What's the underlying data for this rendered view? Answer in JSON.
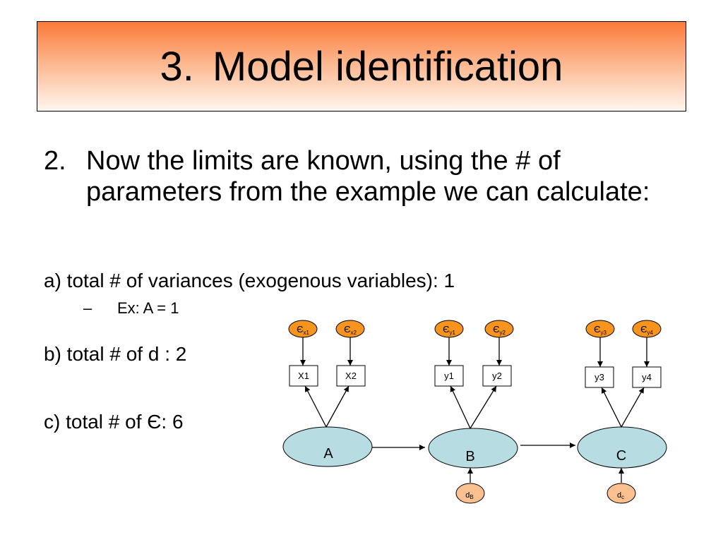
{
  "slide": {
    "title_number": "3.",
    "title_text": "Model identification",
    "item2": {
      "marker": "2.",
      "text": "Now the limits are known, using the # of parameters from the example we can calculate:"
    },
    "line_a": "a) total # of variances (exogenous variables): 1",
    "sub_a": "Ex: A = 1",
    "sub_dash": "–",
    "line_b": "b) total # of d : 2",
    "line_c": "c) total # of Є: 6"
  },
  "diagram": {
    "error_symbol": "Є",
    "errors": [
      {
        "sub": "x1"
      },
      {
        "sub": "x2"
      },
      {
        "sub": "y1"
      },
      {
        "sub": "y2"
      },
      {
        "sub": "y3"
      },
      {
        "sub": "y4"
      }
    ],
    "indicators": [
      "X1",
      "X2",
      "y1",
      "y2",
      "y3",
      "y4"
    ],
    "latents": [
      "A",
      "B",
      "C"
    ],
    "disturbances": [
      {
        "base": "d",
        "sub": "B"
      },
      {
        "base": "d",
        "sub": "c"
      }
    ],
    "colors": {
      "error_fill": "#f7941d",
      "latent_fill": "#b7dde3",
      "disturbance_fill": "#fac08f"
    }
  }
}
